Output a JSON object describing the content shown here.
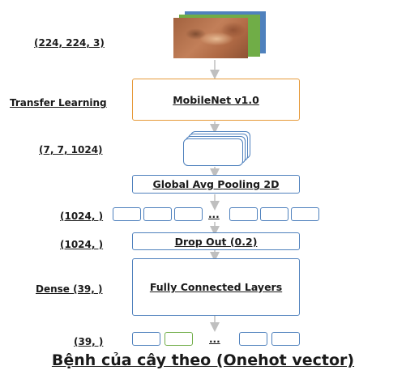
{
  "labels": {
    "input_shape": "(224, 224, 3)",
    "transfer_learning": "Transfer Learning",
    "feature_shape": "(7, 7, 1024)",
    "pool_shape": "(1024, )",
    "dropout_shape": "(1024, )",
    "dense": "Dense (39, )",
    "output_shape": "(39, )"
  },
  "blocks": {
    "backbone": "MobileNet v1.0",
    "pooling": "Global Avg Pooling 2D",
    "dropout": "Drop Out (0.2)",
    "dense_block": "Fully Connected Layers"
  },
  "ellipsis": "...",
  "title": "Bệnh của cây theo (Onehot vector)",
  "colors": {
    "box_border": "#4f81bd",
    "backbone_border": "#e69a3a",
    "highlight": "#70ad47",
    "arrow": "#bfbfbf"
  },
  "icons": {
    "input_image": "leaf-photo-stack-icon",
    "feature_maps": "stacked-feature-maps-icon"
  }
}
